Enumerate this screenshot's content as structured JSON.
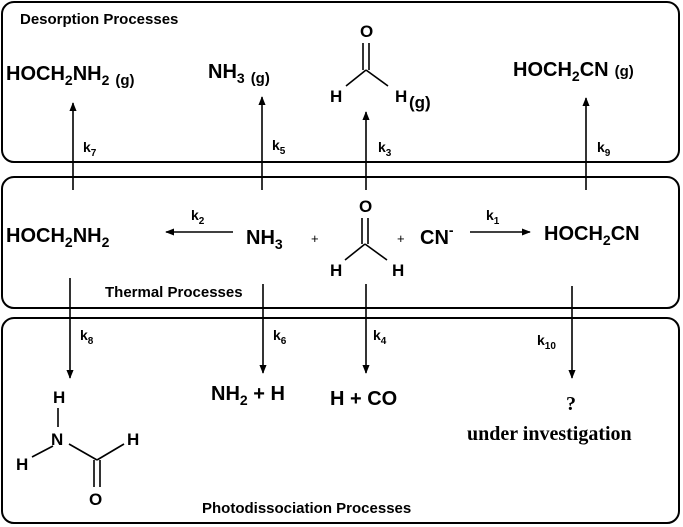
{
  "sections": {
    "desorption": "Desorption Processes",
    "thermal": "Thermal Processes",
    "photo": "Photodissociation Processes"
  },
  "desorption_species": {
    "hoch2nh2_main": "HOCH",
    "hoch2nh2_sub": "2",
    "hoch2nh2_tail": "NH",
    "hoch2nh2_sub2": "2",
    "hoch2nh2_phase": "(g)",
    "nh3_main": "NH",
    "nh3_sub": "3",
    "nh3_phase": "(g)",
    "h2co_phase": "(g)",
    "hoch2cn_main": "HOCH",
    "hoch2cn_sub": "2",
    "hoch2cn_tail": "CN",
    "hoch2cn_phase": "(g)"
  },
  "thermal_species": {
    "hoch2nh2_main": "HOCH",
    "hoch2nh2_sub": "2",
    "hoch2nh2_tail": "NH",
    "hoch2nh2_sub2": "2",
    "nh3_main": "NH",
    "nh3_sub": "3",
    "plus1": "+",
    "plus2": "+",
    "cn_main": "CN",
    "cn_sup": "-",
    "hoch2cn_main": "HOCH",
    "hoch2cn_sub": "2",
    "hoch2cn_tail": "CN"
  },
  "photo_products": {
    "nh2h_main": "NH",
    "nh2h_sub": "2",
    "nh2h_tail": " + H",
    "hco": "H + CO",
    "question": "?",
    "investigation": "under investigation"
  },
  "atoms": {
    "O": "O",
    "H": "H",
    "N": "N"
  },
  "rates": {
    "k1": "1",
    "k2": "2",
    "k3": "3",
    "k4": "4",
    "k5": "5",
    "k6": "6",
    "k7": "7",
    "k8": "8",
    "k9": "9",
    "k10": "10",
    "k_letter": "k"
  }
}
